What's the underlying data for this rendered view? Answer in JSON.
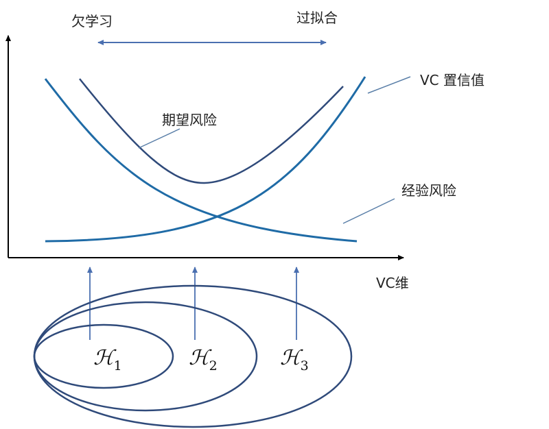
{
  "labels": {
    "underfitting": "欠学习",
    "overfitting": "过拟合",
    "vc_confidence": "VC 置信值",
    "expected_risk": "期望风险",
    "empirical_risk": "经验风险",
    "vc_dimension": "VC维"
  },
  "hypothesis_sets": [
    {
      "symbol": "ℋ",
      "subscript": "1"
    },
    {
      "symbol": "ℋ",
      "subscript": "2"
    },
    {
      "symbol": "ℋ",
      "subscript": "3"
    }
  ],
  "colors": {
    "axis": "#000000",
    "empirical_curve": "#1f6ba6",
    "confidence_curve": "#1f6ba6",
    "expected_curve": "#2f4a7a",
    "arrow": "#4a6fb0",
    "ellipse": "#2f4a7a",
    "leader_line": "#5a7fa8"
  }
}
